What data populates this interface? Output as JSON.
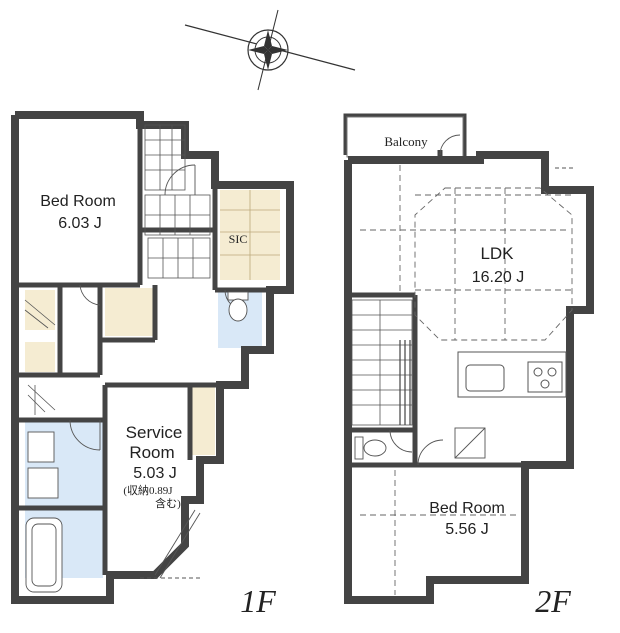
{
  "compass": {
    "north_label": "",
    "icon": "compass-rose-icon"
  },
  "floor1": {
    "label": "1F",
    "bedroom": {
      "name": "Bed Room",
      "size": "6.03 J"
    },
    "sic": {
      "name": "SIC"
    },
    "service_room": {
      "name_line1": "Service",
      "name_line2": "Room",
      "size": "5.03 J",
      "note_line1": "(収納0.89J",
      "note_line2": "含む)"
    }
  },
  "floor2": {
    "label": "2F",
    "balcony": {
      "name": "Balcony"
    },
    "ldk": {
      "name": "LDK",
      "size": "16.20 J"
    },
    "bedroom": {
      "name": "Bed Room",
      "size": "5.56 J"
    }
  },
  "colors": {
    "wall": "#4a4a4a",
    "wet_area": "#d9e8f7",
    "closet": "#f5ecd2",
    "line": "#555555"
  }
}
